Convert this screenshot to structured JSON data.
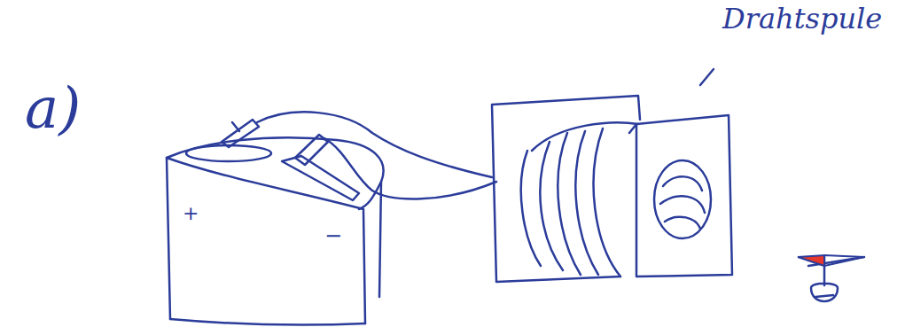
{
  "diagram": {
    "labels": [
      "a)",
      "Drahtspule",
      "+",
      "−"
    ]
  }
}
